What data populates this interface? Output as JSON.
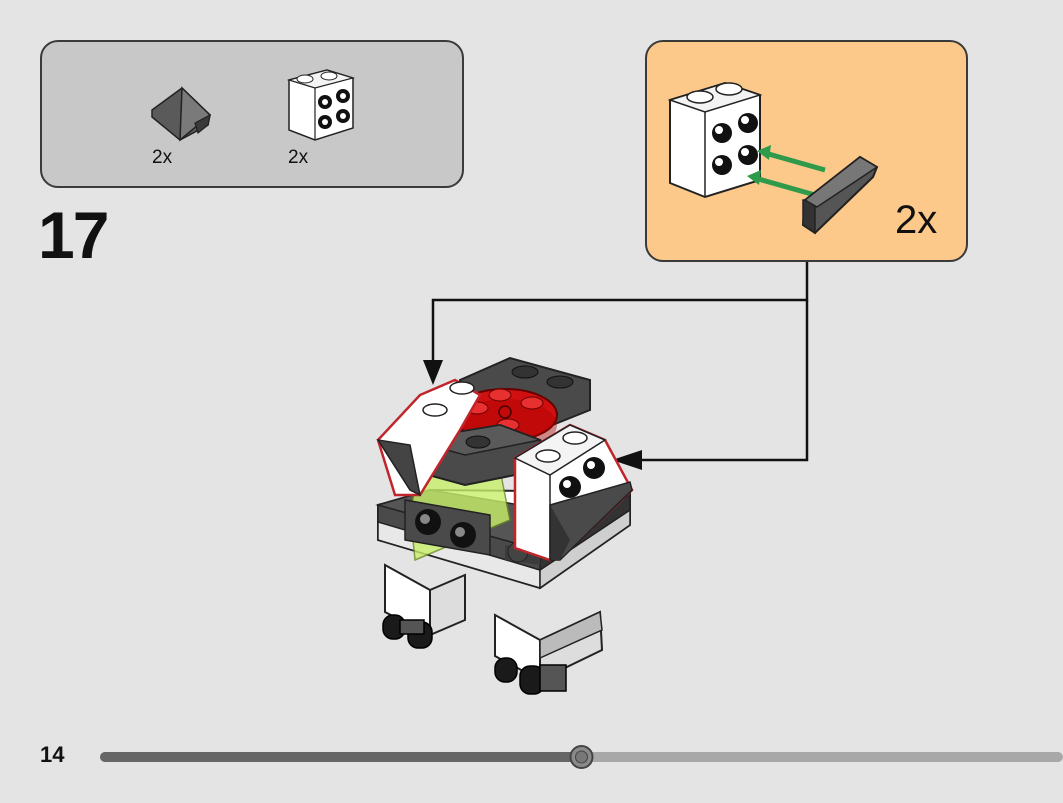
{
  "parts_list": {
    "items": [
      {
        "icon": "slope-brick-dark-gray-icon",
        "quantity": "2x"
      },
      {
        "icon": "white-brick-with-side-studs-icon",
        "quantity": "2x"
      }
    ]
  },
  "step": {
    "number": "17"
  },
  "callout": {
    "quantity": "2x"
  },
  "footer": {
    "page_number": "14",
    "progress": 0.5
  },
  "colors": {
    "panel_bg": "#c8c8c8",
    "callout_bg": "#fdc98b",
    "page_bg": "#e4e4e4",
    "highlight_outline": "#c0252b",
    "arrow_green": "#2e9a4a",
    "brick_red": "#d01010",
    "brick_dark_gray": "#4a4a4a",
    "brick_lime_trans": "#c8f06a"
  }
}
